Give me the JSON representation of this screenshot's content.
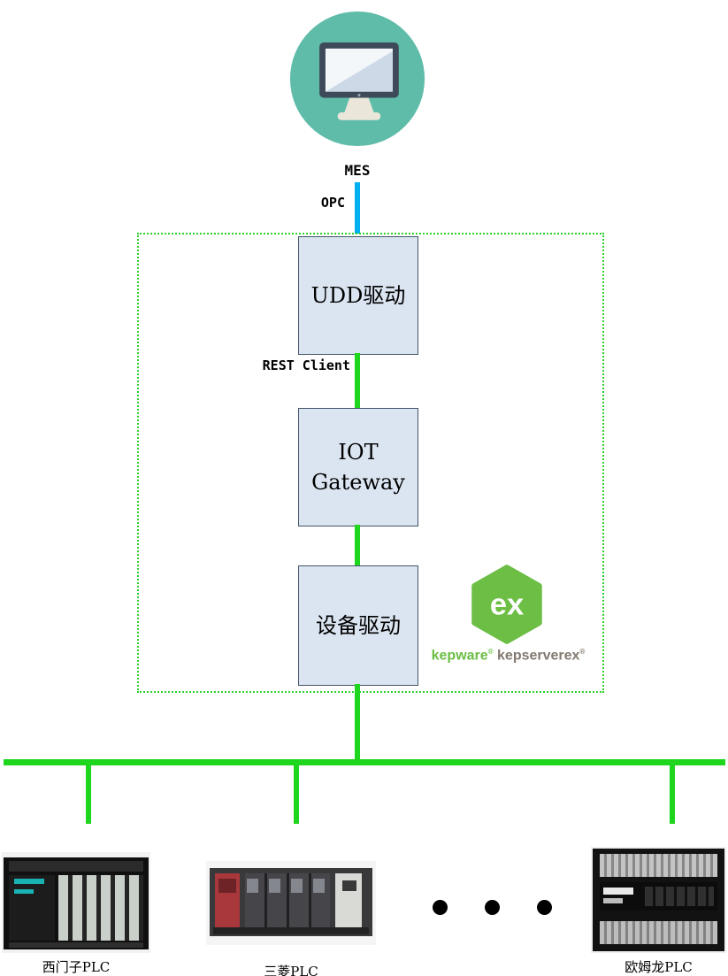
{
  "mes": {
    "label": "MES"
  },
  "links": {
    "opc_label": "OPC",
    "rest_client_label": "REST Client"
  },
  "kepserver": {
    "udd_driver_label": "UDD驱动",
    "iot_gateway_line1": "IOT",
    "iot_gateway_line2": "Gateway",
    "device_driver_label": "设备驱动",
    "logo": {
      "hex_text": "ex",
      "brand": "kepware",
      "brand_mark": "®",
      "product": "kepserverex",
      "product_mark": "®"
    }
  },
  "devices": {
    "siemens": {
      "label": "西门子PLC"
    },
    "mitsubishi": {
      "label": "三菱PLC"
    },
    "omron": {
      "label": "欧姆龙PLC"
    }
  },
  "colors": {
    "bus_green": "#1fd61f",
    "opc_cyan": "#00b0f0",
    "box_fill": "#dbe5f1",
    "kepware_green": "#6cbe45",
    "mes_teal": "#5ebca9"
  }
}
